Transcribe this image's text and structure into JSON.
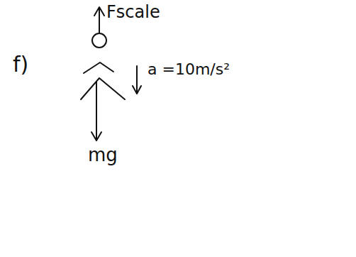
{
  "diagram": {
    "labels": [
      "f)",
      "Fscale",
      "a =10m/s²",
      "mg"
    ]
  }
}
